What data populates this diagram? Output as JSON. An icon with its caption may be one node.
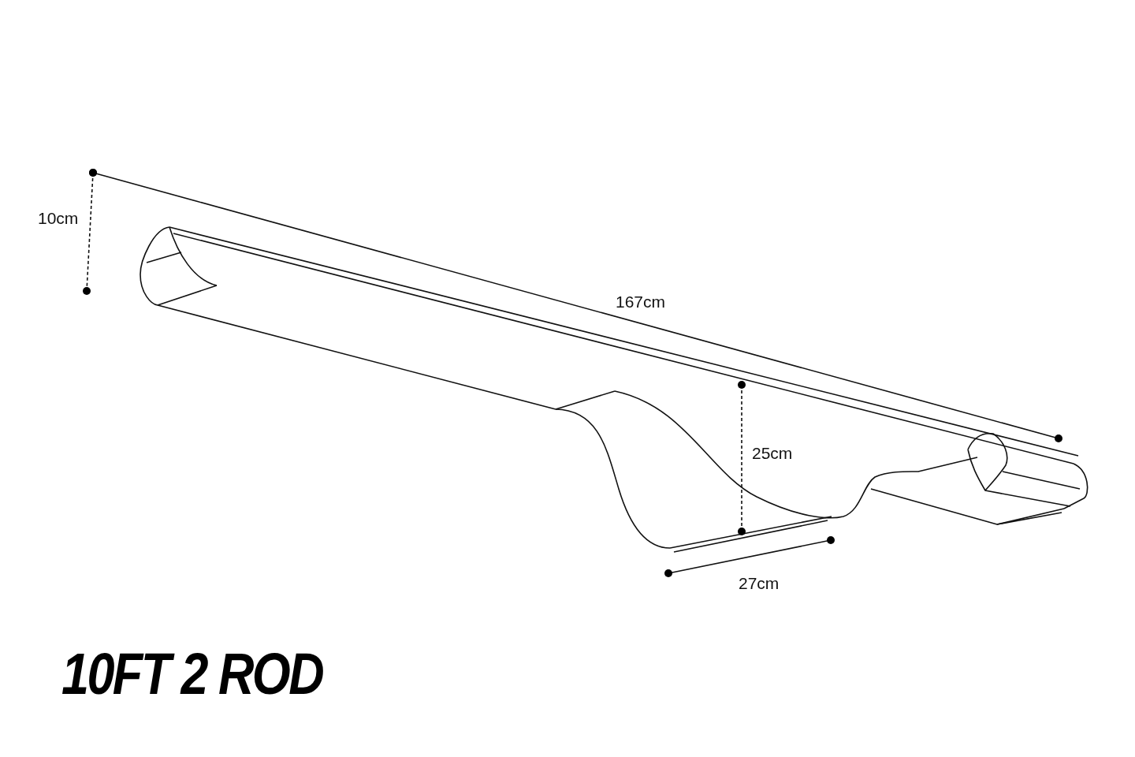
{
  "diagram": {
    "title": "10FT 2 ROD",
    "labels": [
      "10cm",
      "167cm",
      "25cm",
      "27cm"
    ]
  }
}
